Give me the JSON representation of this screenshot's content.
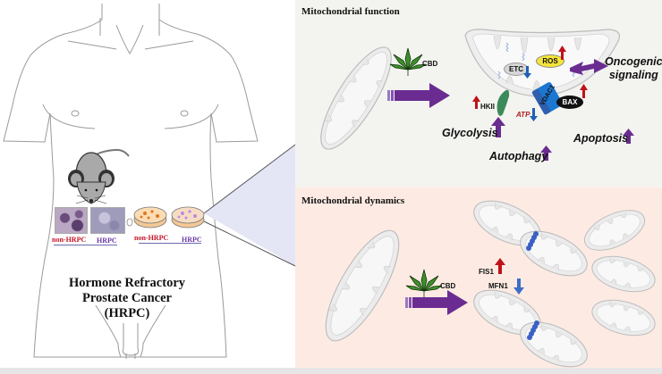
{
  "figure": {
    "left_panel": {
      "title_lines": [
        "Hormone Refractory",
        "Prostate Cancer",
        "(HRPC)"
      ],
      "tissue_labels": [
        "non-HRPC",
        "HRPC"
      ],
      "dish_labels": [
        "non-HRPC",
        "HRPC"
      ],
      "icons": [
        "human-torso-icon",
        "mouse-icon",
        "tissue-histology-icon",
        "petri-dish-icon"
      ]
    },
    "top_panel": {
      "title": "Mitochondrial function",
      "treatment": "CBD",
      "labels": {
        "etc": "ETC",
        "ros": "ROS",
        "hkii": "HKII",
        "vdac1": "VDAC1",
        "bax": "BAX",
        "atp": "ATP",
        "oncogenic": [
          "Oncogenic",
          "signaling"
        ],
        "glycolysis": "Glycolysis",
        "autophagy": "Autophagy",
        "apoptosis": "Apoptosis"
      },
      "changes": {
        "etc": "down",
        "ros": "up",
        "hkii": "up",
        "bax": "up",
        "atp": "down",
        "glycolysis": "up",
        "autophagy": "up",
        "apoptosis": "up"
      }
    },
    "bottom_panel": {
      "title": "Mitochondrial dynamics",
      "treatment": "CBD",
      "labels": {
        "fis1": "FIS1",
        "mfn1": "MFN1"
      },
      "changes": {
        "fis1": "up",
        "mfn1": "down"
      }
    },
    "colors": {
      "top_panel_bg": "#f3f4ef",
      "bottom_panel_bg": "#fdebe3",
      "zoom_wedge": "#e4e6f6",
      "cbd_arrow": "#6a2c91",
      "up_arrow_red": "#c0121a",
      "down_arrow_blue": "#1f5fb5",
      "cannabis_leaf": "#3e8f2a",
      "ros_fill": "#f5e43a",
      "vdac_fill": "#1b77d2",
      "hkii_fill": "#3c8a5a",
      "non_hrpc_text": "#c4152a",
      "hrpc_text": "#6b3aa8",
      "fission_dots": "#3b5fc4"
    }
  }
}
